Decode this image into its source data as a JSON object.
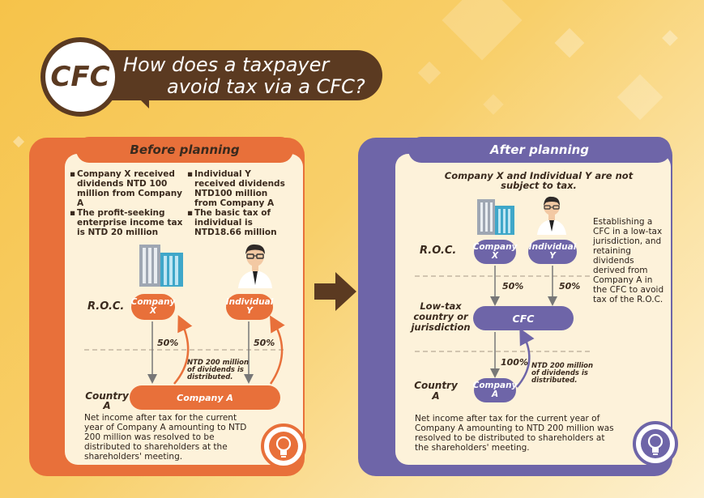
{
  "title": {
    "badge": "CFC",
    "line1": "How does a taxpayer",
    "line2": "avoid tax via a CFC?"
  },
  "before": {
    "header": "Before planning",
    "bullets_left": [
      "Company X received dividends NTD 100 million from Company A",
      "The profit-seeking enterprise income tax is NTD 20 million"
    ],
    "bullets_right": [
      "Individual Y received dividends NTD100 million from Company A",
      "The basic tax of individual is NTD18.66 million"
    ],
    "roc_label": "R.O.C.",
    "company_x": "Company X",
    "individual_y": "Individual Y",
    "pct_left": "50%",
    "pct_right": "50%",
    "distributed_note": "NTD 200 million of dividends is distributed.",
    "country_label": "Country A",
    "company_a": "Company A",
    "footer": "Net income after tax for the current year of Company A amounting to NTD 200 million was resolved to be distributed to shareholders at the shareholders' meeting."
  },
  "after": {
    "header": "After planning",
    "subtitle": "Company X and Individual Y are not subject to tax.",
    "side_note": "Establishing a CFC in a low-tax jurisdiction, and retaining dividends derived from Company A in the CFC to avoid tax of the R.O.C.",
    "roc_label": "R.O.C.",
    "company_x": "Company X",
    "individual_y": "Individual Y",
    "pct_left": "50%",
    "pct_right": "50%",
    "lowtax_label": "Low-tax country or jurisdiction",
    "cfc_node": "CFC",
    "pct_down": "100%",
    "distributed_note": "NTD 200 million of dividends is distributed.",
    "country_label": "Country A",
    "company_a": "Company A",
    "footer": "Net income after tax for the current year of Company A amounting to NTD 200 million was resolved to be distributed to shareholders at the shareholders' meeting."
  },
  "colors": {
    "brown": "#5b3a21",
    "orange": "#e8703a",
    "purple": "#6e65a8",
    "purple_light": "#8b82c2",
    "paper": "#fdf2da"
  },
  "icons": [
    "building-icon",
    "businessman-icon",
    "lightbulb-icon",
    "arrow-right-icon"
  ]
}
